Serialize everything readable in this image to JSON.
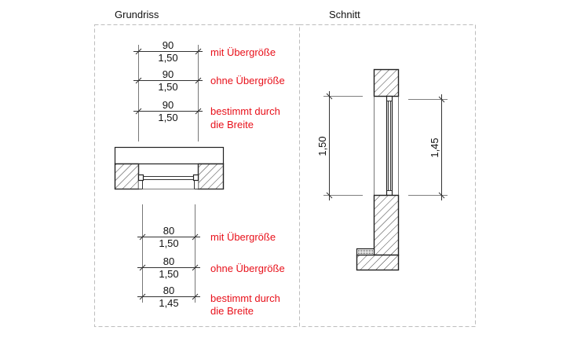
{
  "views": {
    "plan": {
      "title": "Grundriss",
      "upper_dimensions": [
        {
          "width": "90",
          "height": "1,50",
          "note": [
            "mit Übergröße"
          ]
        },
        {
          "width": "90",
          "height": "1,50",
          "note": [
            "ohne Übergröße"
          ]
        },
        {
          "width": "90",
          "height": "1,50",
          "note": [
            "bestimmt durch",
            "die Breite"
          ]
        }
      ],
      "lower_dimensions": [
        {
          "width": "80",
          "height": "1,50",
          "note": [
            "mit Übergröße"
          ]
        },
        {
          "width": "80",
          "height": "1,50",
          "note": [
            "ohne Übergröße"
          ]
        },
        {
          "width": "80",
          "height": "1,45",
          "note": [
            "bestimmt durch",
            "die Breite"
          ]
        }
      ]
    },
    "section": {
      "title": "Schnitt",
      "left_dimension": "1,50",
      "right_dimension": "1,45"
    }
  },
  "colors": {
    "note": "#e8101a",
    "frame": "#bdbdbd",
    "line": "#222222"
  }
}
